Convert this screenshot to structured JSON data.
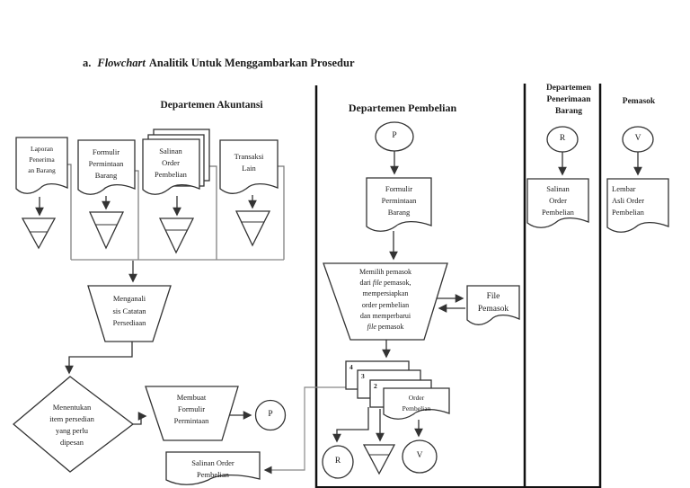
{
  "page": {
    "title_prefix": "a.",
    "title_italic": "Flowchart",
    "title_rest": "Analitik Untuk Menggambarkan Prosedur"
  },
  "columns": {
    "akuntansi_header": "Departemen Akuntansi",
    "pembelian_header": "Departemen Pembelian",
    "penerimaan_header_l1": "Departemen",
    "penerimaan_header_l2": "Penerimaan",
    "penerimaan_header_l3": "Barang",
    "pemasok_header": "Pemasok"
  },
  "nodes": {
    "doc_laporan": {
      "l1": "Laporan",
      "l2": "Penerima",
      "l3": "an Barang"
    },
    "doc_formulir_akt": {
      "l1": "Formulir",
      "l2": "Permintaan",
      "l3": "Barang"
    },
    "doc_salinan_akt": {
      "l1": "Salinan",
      "l2": "Order",
      "l3": "Pembelian"
    },
    "doc_transaksi": {
      "l1": "Transaksi",
      "l2": "Lain"
    },
    "proc_menganalisis": {
      "l1": "Menganali",
      "l2": "sis Catatan",
      "l3": "Persediaan"
    },
    "decision_menentukan": {
      "l1": "Menentukan",
      "l2": "item persedian",
      "l3": "yang perlu",
      "l4": "dipesan"
    },
    "proc_membuat": {
      "l1": "Membuat",
      "l2": "Formulir",
      "l3": "Permintaan"
    },
    "doc_salinan_bawah": {
      "l1": "Salinan Order",
      "l2": "Pembelian"
    },
    "doc_formulir_pemb": {
      "l1": "Formulir",
      "l2": "Permintaan",
      "l3": "Barang"
    },
    "proc_memilih": {
      "l1": "Memilih pemasok",
      "l2a": "dari ",
      "l2b": "file",
      "l2c": " pemasok,",
      "l3": "mempersiapkan",
      "l4": "order pembelian",
      "l5": "dan memperbarui",
      "l6a": "file",
      "l6b": " pemasok"
    },
    "doc_file_pemasok": {
      "l1": "File",
      "l2": "Pemasok"
    },
    "doc_order_pembelian": {
      "l1": "Order",
      "l2": "Pembelian",
      "copy2": "2",
      "copy3": "3",
      "copy4": "4"
    },
    "doc_salinan_penerimaan": {
      "l1": "Salinan",
      "l2": "Order",
      "l3": "Pembelian"
    },
    "doc_lembar_asli": {
      "l1": "Lembar",
      "l2": "Asli Order",
      "l3": "Pembelian"
    }
  },
  "connectors": {
    "p_out": "P",
    "p_in": "P",
    "r_out": "R",
    "v_out": "V",
    "r_in": "R",
    "v_in": "V"
  },
  "colors": {
    "line": "#333333",
    "connector_gray": "#888888",
    "text": "#1a1a1a",
    "background": "#ffffff"
  }
}
